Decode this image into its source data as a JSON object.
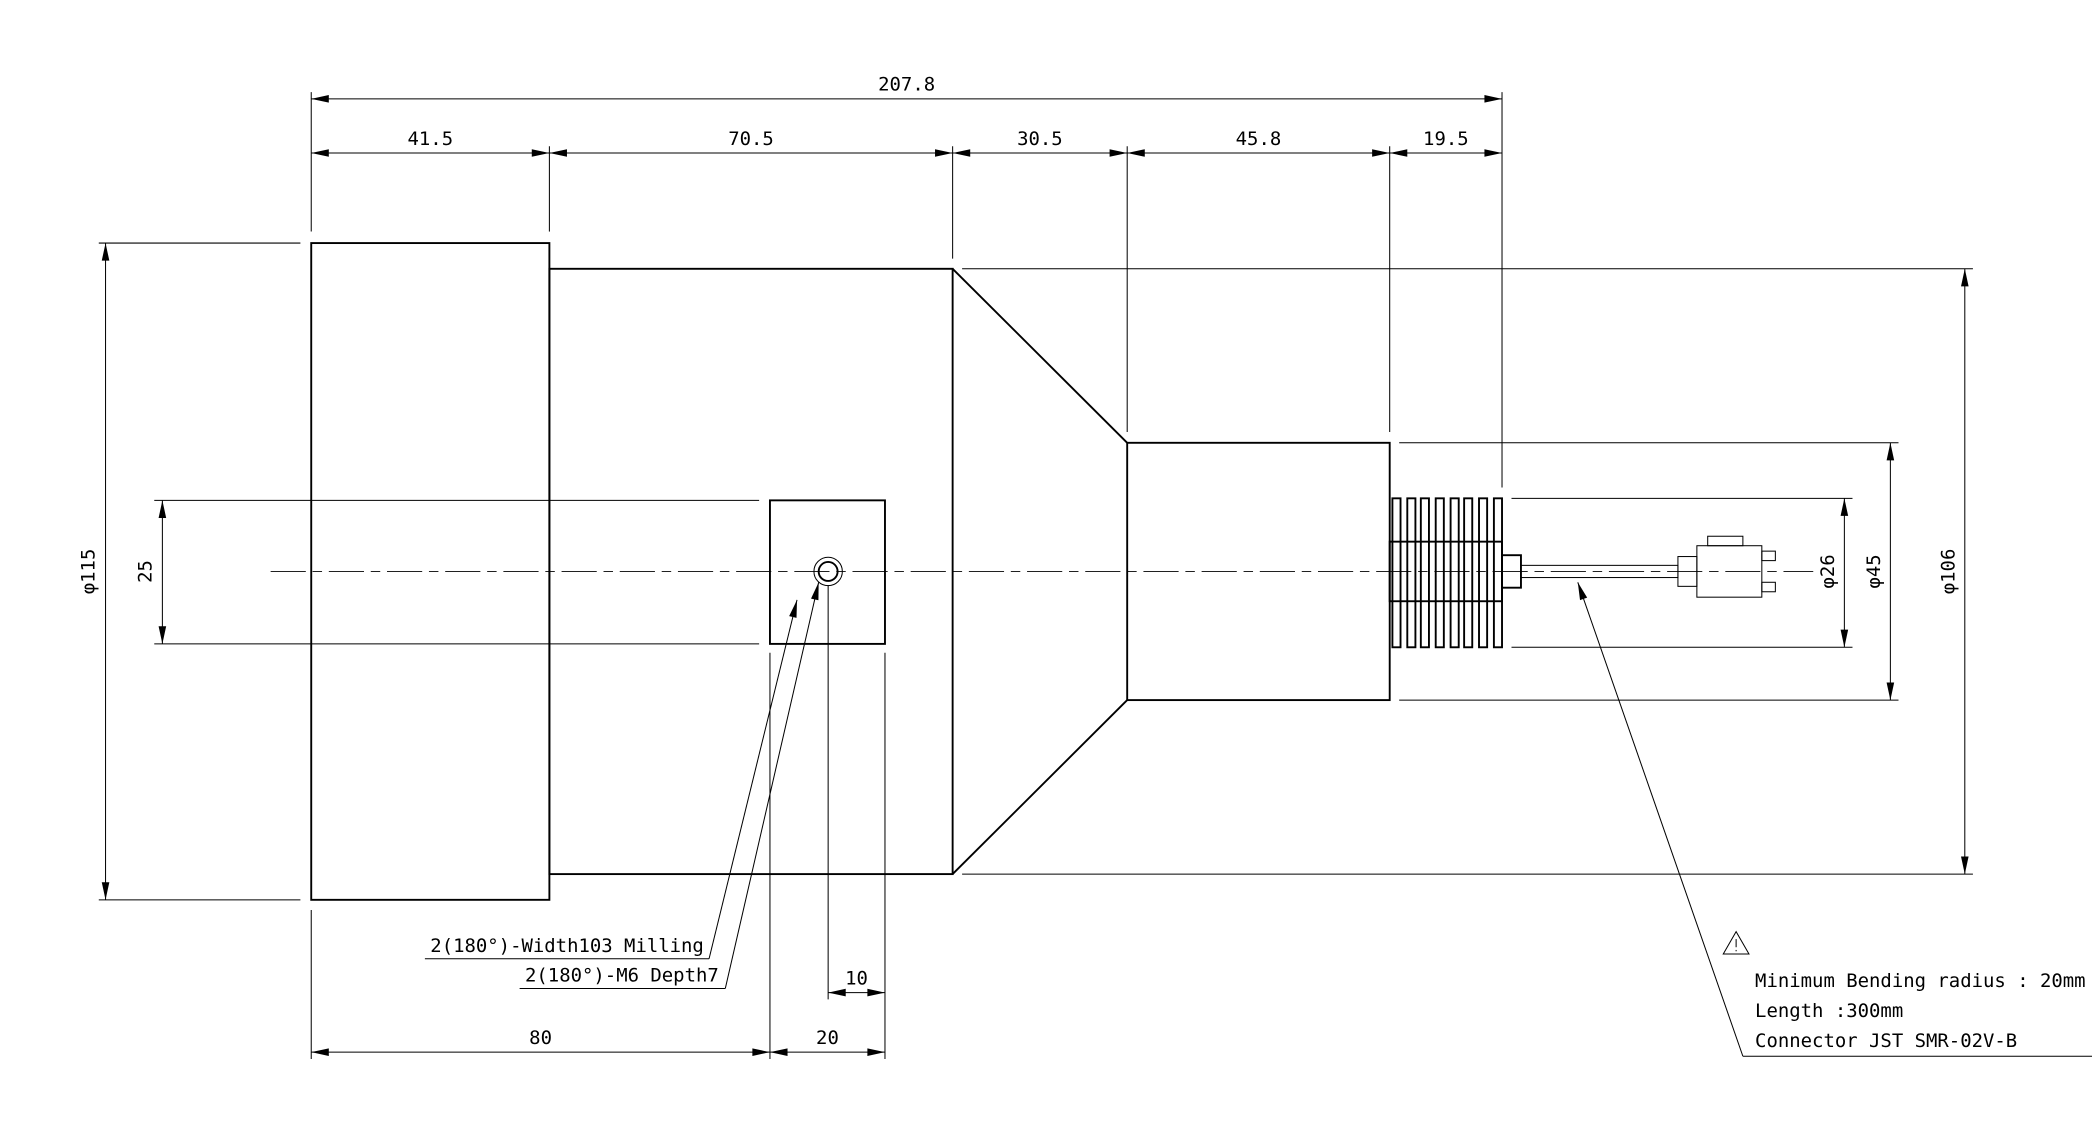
{
  "dimensions": {
    "overall_length": "207.8",
    "seg1": "41.5",
    "seg2": "70.5",
    "seg3": "30.5",
    "seg4": "45.8",
    "seg5": "19.5",
    "dia_flange": "φ115",
    "flat_height": "25",
    "dia_boot": "φ26",
    "dia_rear": "φ45",
    "dia_body": "φ106",
    "flat_pos": "80",
    "flat_width": "20",
    "hole_offset": "10"
  },
  "annotations": {
    "milling": "2(180°)-Width103 Milling",
    "tap": "2(180°)-M6 Depth7"
  },
  "notes": {
    "bending": "Minimum Bending radius : 20mm",
    "length": "Length :300mm",
    "connector": "Connector JST SMR-02V-B"
  }
}
